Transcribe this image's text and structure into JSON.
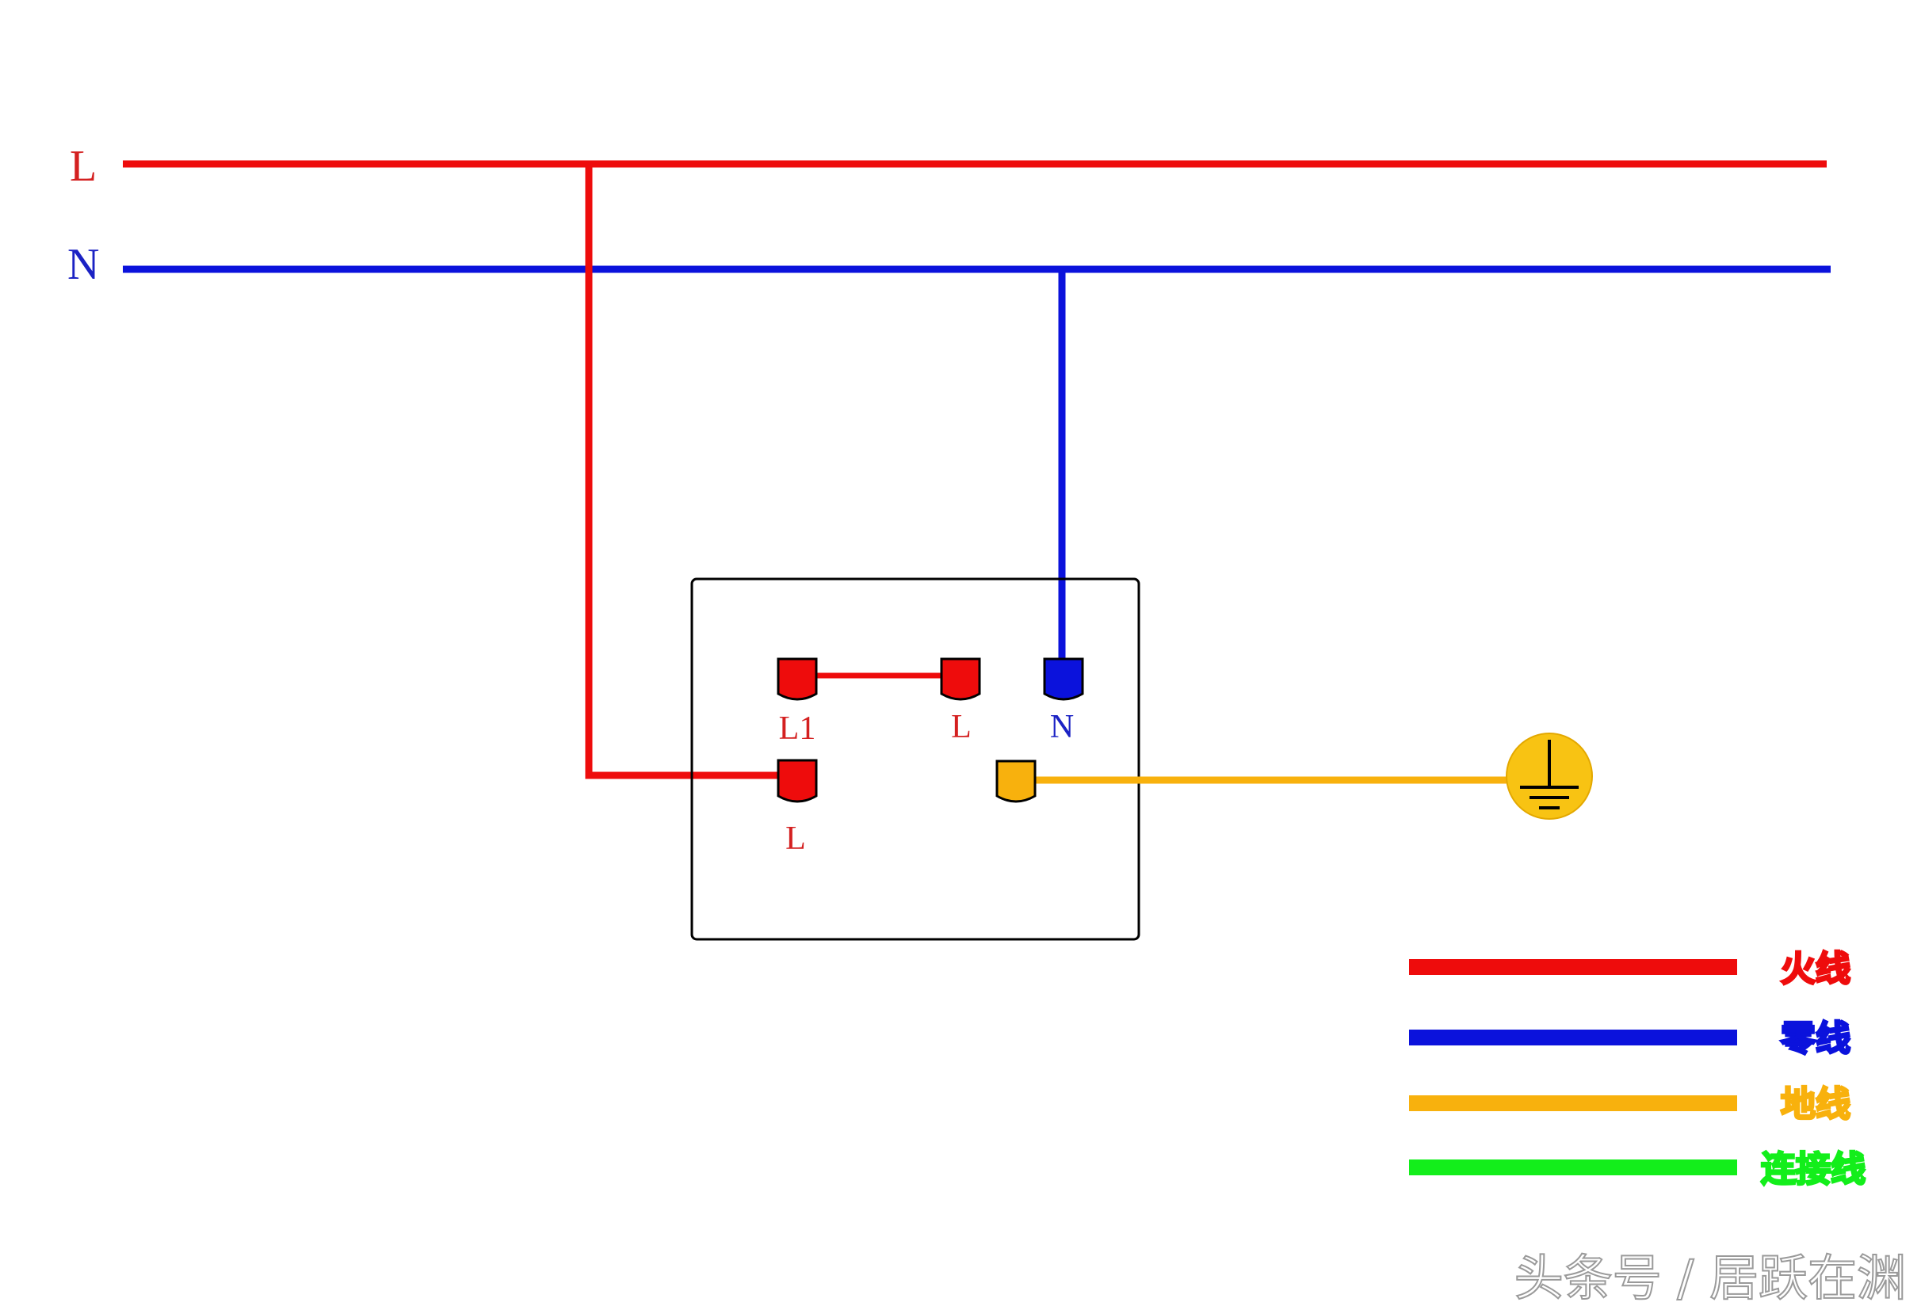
{
  "bus": {
    "live_label": "L",
    "neutral_label": "N"
  },
  "socket": {
    "terminal_l1_label": "L1",
    "terminal_l_top_label": "L",
    "terminal_n_label": "N",
    "terminal_l_bottom_label": "L"
  },
  "legend": {
    "items": [
      {
        "label": "火线",
        "color": "#ee0c0c"
      },
      {
        "label": "零线",
        "color": "#0b12dc"
      },
      {
        "label": "地线",
        "color": "#f8b10d"
      },
      {
        "label": "连接线",
        "color": "#13ee1b"
      }
    ]
  },
  "watermark": "头条号 / 居跃在渊",
  "colors": {
    "live": "#ee0c0c",
    "neutral": "#0b12dc",
    "earth": "#f8b10d",
    "connection": "#13ee1b",
    "label_live": "#d42020",
    "label_neutral": "#1b22c4"
  }
}
